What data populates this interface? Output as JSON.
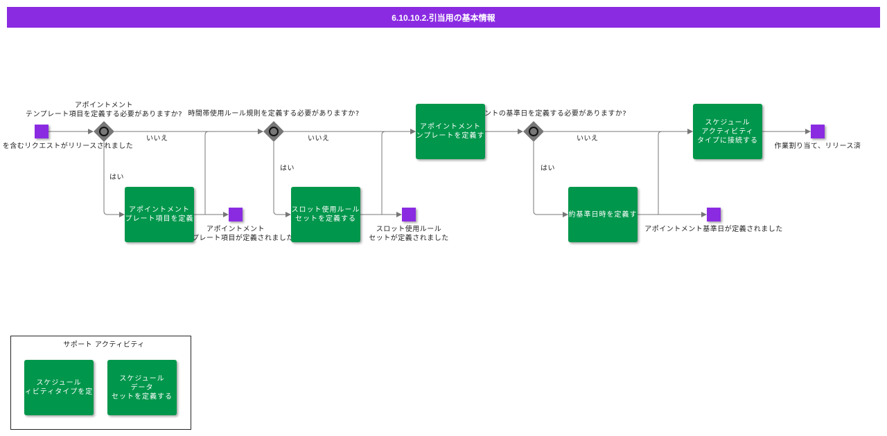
{
  "title": "6.10.10.2.引当用の基本情報",
  "colors": {
    "accent": "#8a2be2",
    "task": "#00964b",
    "gateway": "#777777"
  },
  "events": {
    "start": "を含むリクエストがリリースされました",
    "template_defined": "アポイントメント\nテンプレート項目が定義されました",
    "slot_defined": "スロット使用ルール\nセットが定義されました",
    "base_date_defined": "アポイントメント基準日が定義されました",
    "end": "作業割り当て、リリース済"
  },
  "gateways": {
    "g1": "アポイントメント\nテンプレート項目を定義する必要がありますか?",
    "g2": "時間帯使用ルール規則を定義する必要がありますか?",
    "g3": "アポイントメントの基準日を定義する必要がありますか?"
  },
  "flows": {
    "no1": "いいえ",
    "yes1": "はい",
    "no2": "いいえ",
    "yes2": "はい",
    "no3": "いいえ",
    "yes3": "はい"
  },
  "tasks": {
    "define_template_items": "アポイントメント\nプレート項目を定義",
    "define_slot_rules": "スロット使用ルール\nセットを定義する",
    "define_template": "アポイントメント\nンプレートを定義す",
    "define_base_date": "約基準日時を定義す",
    "connect_activity_type": "スケジュール\nアクティビティ\nタイプに接続する"
  },
  "support": {
    "title": "サポート アクティビティ",
    "task1": "スケジュール\nィビティタイプを定",
    "task2": "スケジュール\nデータ\nセットを定義する"
  }
}
